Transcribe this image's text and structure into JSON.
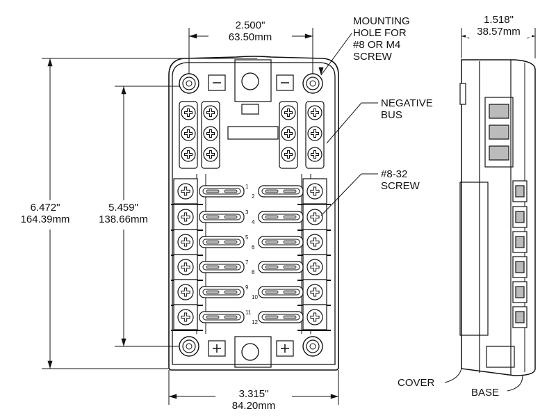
{
  "dimensions": {
    "top_width": {
      "inch": "2.500\"",
      "mm": "63.50mm"
    },
    "overall_height": {
      "inch": "6.472\"",
      "mm": "164.39mm"
    },
    "hole_spacing_height": {
      "inch": "5.459\"",
      "mm": "138.66mm"
    },
    "bottom_width": {
      "inch": "3.315\"",
      "mm": "84.20mm"
    },
    "side_depth": {
      "inch": "1.518\"",
      "mm": "38.57mm"
    }
  },
  "callouts": {
    "mounting_hole": "MOUNTING\nHOLE FOR\n#8 OR M4\nSCREW",
    "negative_bus": "NEGATIVE\nBUS",
    "screw": "#8-32\nSCREW",
    "cover": "COVER",
    "base": "BASE"
  },
  "fuse_numbers": [
    "1",
    "2",
    "3",
    "4",
    "5",
    "6",
    "7",
    "8",
    "9",
    "10",
    "11",
    "12"
  ],
  "colors": {
    "line": "#111111",
    "fill": "#ffffff",
    "shade": "#bbbbbb"
  }
}
